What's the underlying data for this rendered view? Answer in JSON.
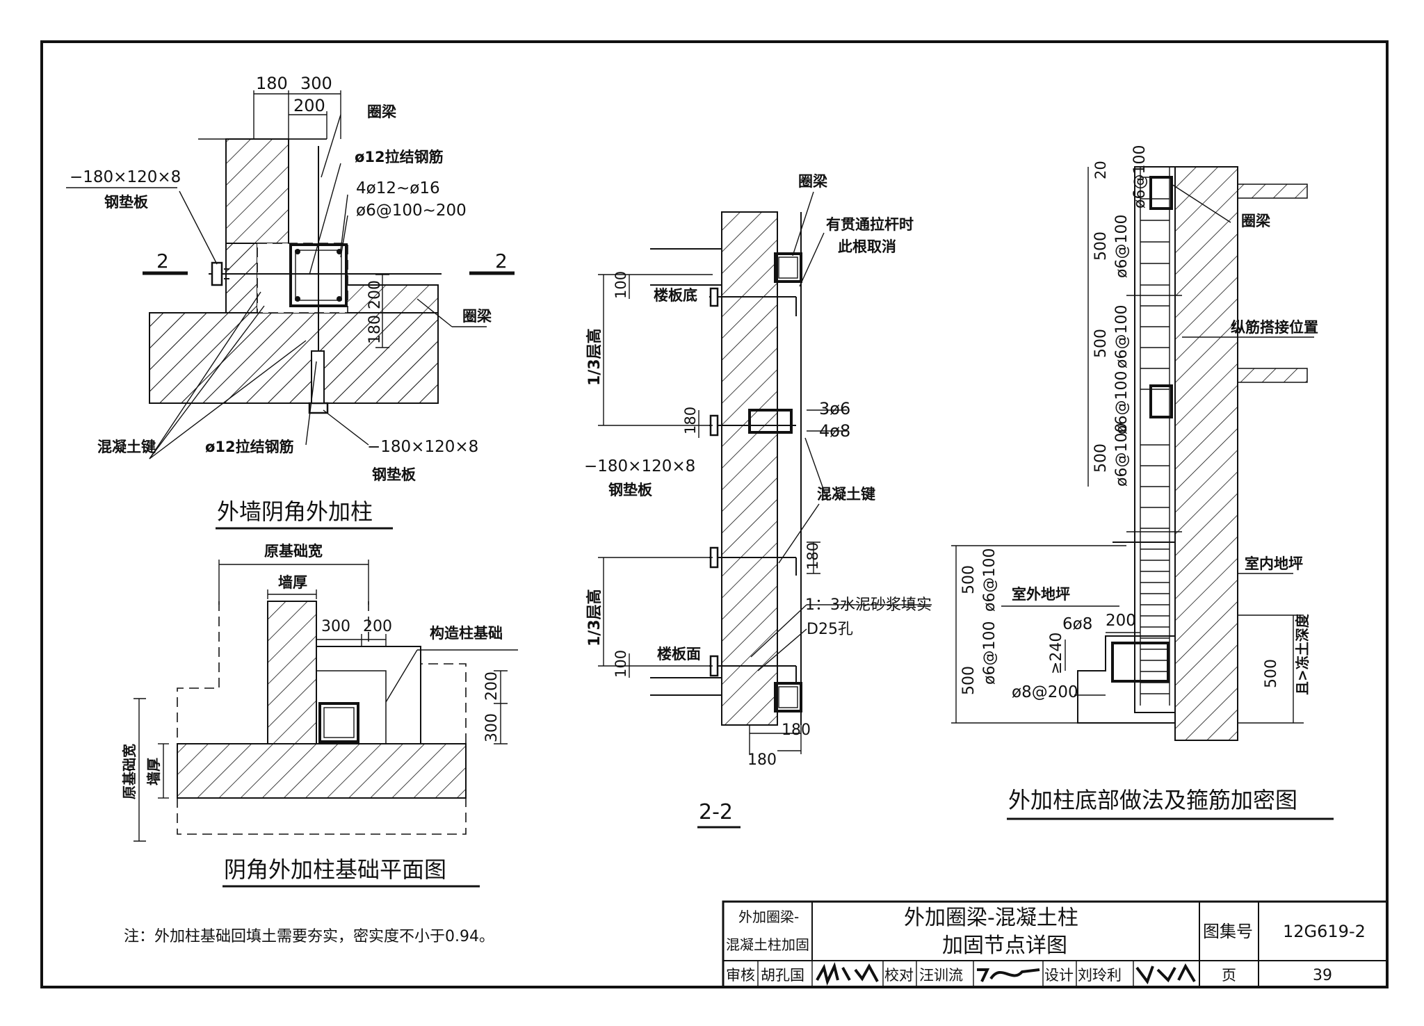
{
  "view_a": {
    "title": "外墙阴角外加柱",
    "dim_180": "180",
    "dim_300": "300",
    "dim_200": "200",
    "label_ring_beam_top": "圈梁",
    "label_tie_bar": "ø12拉结钢筋",
    "label_long_bars": "4ø12~ø16",
    "label_stirrup": "ø6@100~200",
    "label_plate_left": "−180×120×8",
    "label_plate_left_name": "钢垫板",
    "section_mark_left": "2",
    "section_mark_right": "2",
    "label_ring_beam_right": "圈梁",
    "dim_v200": "200",
    "dim_v180": "180",
    "label_concrete_key": "混凝土键",
    "label_tie_bar_bottom": "ø12拉结钢筋",
    "label_plate_bottom": "−180×120×8",
    "label_plate_bottom_name": "钢垫板"
  },
  "view_b": {
    "title": "阴角外加柱基础平面图",
    "label_orig_width": "原基础宽",
    "label_wall_thk": "墙厚",
    "dim_300": "300",
    "dim_200": "200",
    "label_col_foundation": "构造柱基础",
    "dim_v200": "200",
    "dim_v300": "300",
    "label_orig_width_v": "原基础宽",
    "label_wall_thk_v": "墙厚"
  },
  "view_c": {
    "title": "2-2",
    "label_ring_beam": "圈梁",
    "label_note1": "有贯通拉杆时",
    "label_note2": "此根取消",
    "dim_100_top": "100",
    "label_floor_bottom": "楼板底",
    "dim_third_top": "1/3层高",
    "dim_180": "180",
    "label_3phi6": "3ø6",
    "label_4phi8": "4ø8",
    "label_plate": "−180×120×8",
    "label_plate_name": "钢垫板",
    "label_concrete_key": "混凝土键",
    "dim_v180": "180",
    "label_mortar": "1：3水泥砂浆填实",
    "label_hole": "D25孔",
    "dim_third_bottom": "1/3层高",
    "dim_100_bottom": "100",
    "label_floor_top": "楼板面",
    "dim_180_a": "180",
    "dim_180_b": "180"
  },
  "view_d": {
    "title": "外加柱底部做法及箍筋加密图",
    "dim_20": "20",
    "dim_500": "500",
    "stirrup_dense": "ø6@100",
    "label_ring_beam": "圈梁",
    "label_lap": "纵筋搭接位置",
    "label_indoor": "室内地坪",
    "label_outdoor": "室外地坪",
    "label_6phi8": "6ø8",
    "dim_200": "200",
    "dim_240": "≥240",
    "label_phi8_200": "ø8@200",
    "dim_500_right": "500",
    "label_frost": "且>冻土深度"
  },
  "note": "注：外加柱基础回填土需要夯实，密实度不小于0.94。",
  "title_block": {
    "category_line1": "外加圈梁-",
    "category_line2": "混凝土柱加固",
    "title_line1": "外加圈梁-混凝土柱",
    "title_line2": "加固节点详图",
    "atlas_label": "图集号",
    "atlas_no": "12G619-2",
    "review_label": "审核",
    "review_name": "胡孔国",
    "check_label": "校对",
    "check_name": "汪训流",
    "design_label": "设计",
    "design_name": "刘玲利",
    "page_label": "页",
    "page_no": "39"
  }
}
